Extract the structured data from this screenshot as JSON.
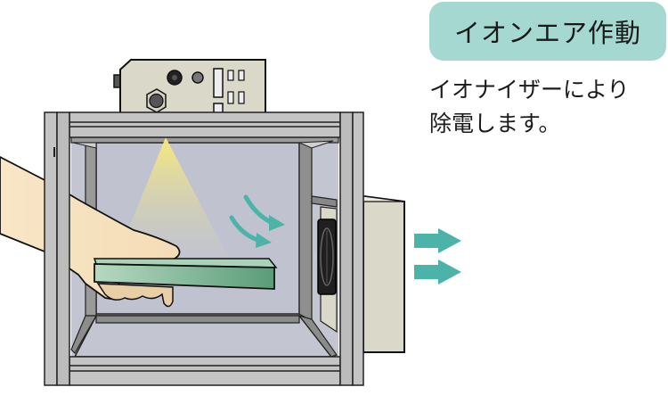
{
  "badge": {
    "label": "イオンエア作動"
  },
  "description": {
    "lines": [
      "イオナイザーにより",
      "除電します。"
    ]
  },
  "colors": {
    "badge_bg": "#a6d8d2",
    "arrow": "#4bb3a8",
    "frame": "#c4c4c4",
    "chamber": "#c3c6d1",
    "panel": "#dad8c8",
    "board": "#6fae8c",
    "light": "#f3e68a",
    "skin": "#f6e2c0"
  }
}
